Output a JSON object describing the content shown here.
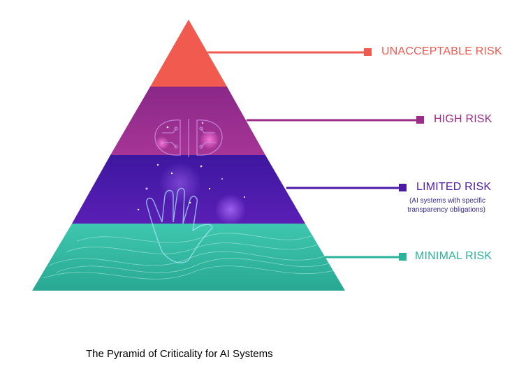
{
  "diagram": {
    "type": "risk-pyramid",
    "levels": [
      {
        "id": "unacceptable",
        "label": "UNACCEPTABLE RISK",
        "color": "#f05a4f"
      },
      {
        "id": "high",
        "label": "HIGH RISK",
        "color": "#9b2d86"
      },
      {
        "id": "limited",
        "label": "LIMITED RISK",
        "note_line1": "(AI systems with specific",
        "note_line2": "transparency obligations)",
        "color": "#4a1aa6"
      },
      {
        "id": "minimal",
        "label": "MINIMAL RISK",
        "color": "#2bb39a"
      }
    ],
    "illustration": [
      "brain-circuit-icon",
      "glowing-hand-icon"
    ]
  },
  "caption": "The Pyramid of Criticality for AI Systems"
}
